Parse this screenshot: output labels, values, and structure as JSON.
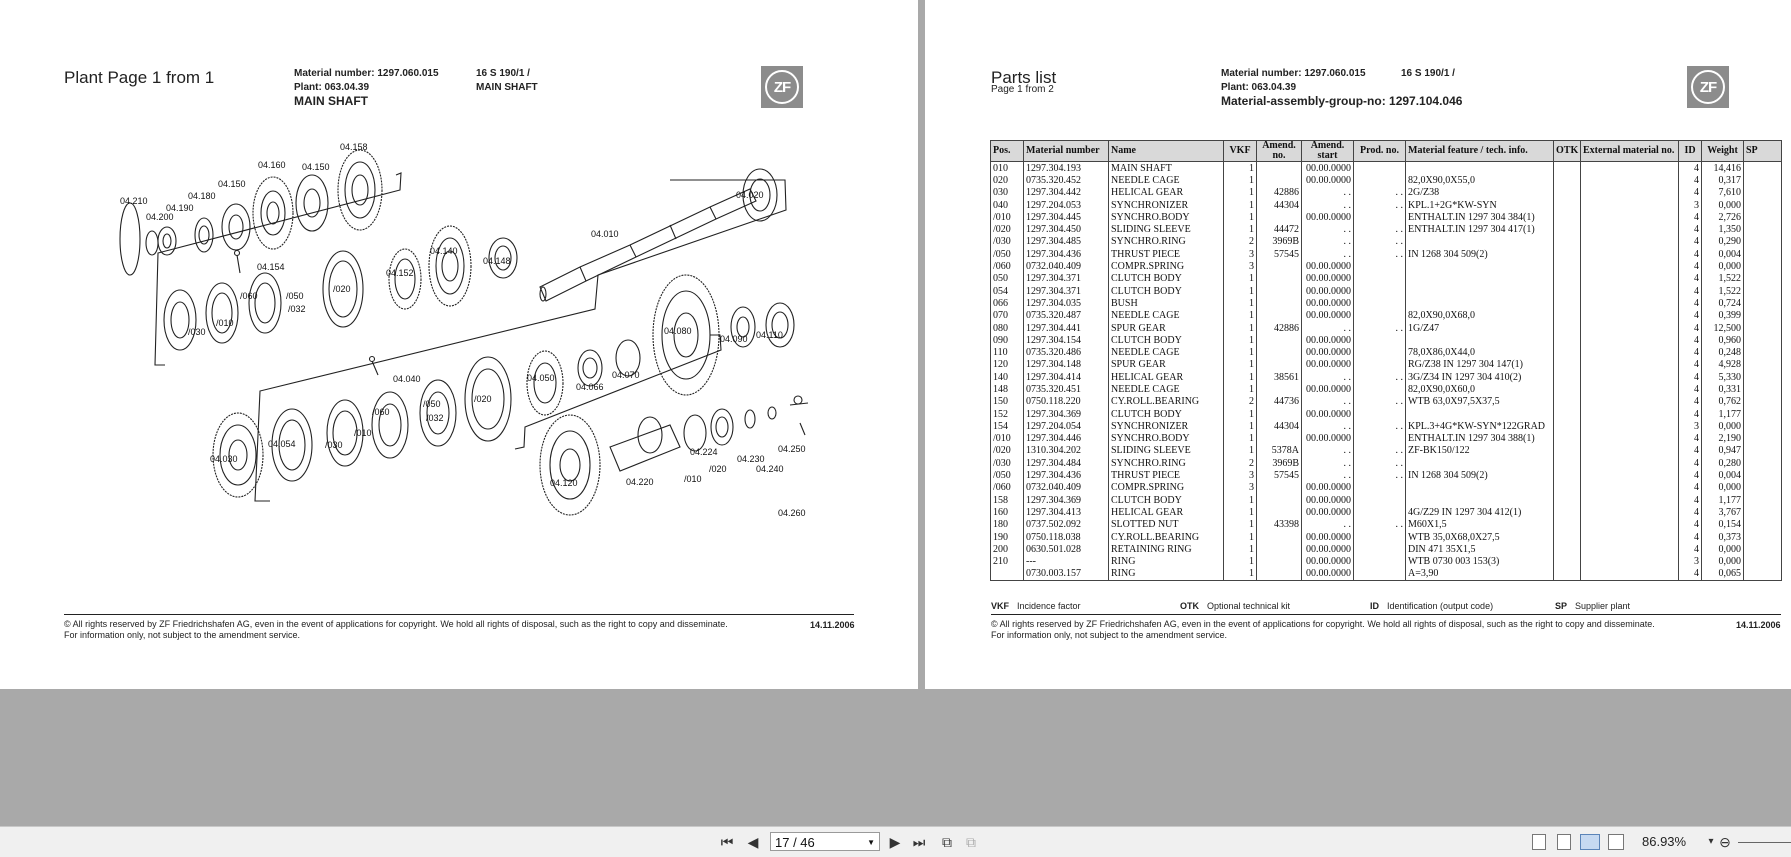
{
  "left_page": {
    "title": "Plant Page 1 from 1",
    "material_number": "Material number: 1297.060.015",
    "model": "16 S 190/1 /",
    "plant": "Plant: 063.04.39",
    "model_sub": "MAIN SHAFT",
    "group_title": "MAIN SHAFT",
    "logo": "ZF",
    "footer_line1": "© All rights reserved by ZF Friedrichshafen AG, even in the event of applications for copyright. We hold all rights of disposal, such as the right to copy and disseminate.",
    "footer_line2": "For information only, not subject to the amendment service.",
    "date": "14.11.2006",
    "diagram_labels": [
      "04.158",
      "04.160",
      "04.150",
      "04.150",
      "04.180",
      "04.190",
      "04.200",
      "04.210",
      "04.020",
      "04.010",
      "04.140",
      "04.148",
      "04.152",
      "04.154",
      "/060",
      "/050",
      "/020",
      "/032",
      "/010",
      "/030",
      "04.080",
      "04.090",
      "04.110",
      "04.040",
      "04.050",
      "04.066",
      "04.070",
      "/060",
      "/050",
      "/032",
      "/020",
      "/010",
      "/030",
      "04.054",
      "04.030",
      "04.224",
      "04.230",
      "04.250",
      "04.240",
      "/020",
      "/010",
      "04.220",
      "04.120",
      "04.260"
    ]
  },
  "right_page": {
    "title": "Parts list",
    "subtitle": "Page 1 from 2",
    "material_number": "Material number: 1297.060.015",
    "model": "16 S 190/1 /",
    "plant": "Plant: 063.04.39",
    "assembly_group": "Material-assembly-group-no: 1297.104.046",
    "logo": "ZF",
    "columns": [
      "Pos.",
      "Material number",
      "Name",
      "VKF",
      "Amend. no.",
      "Amend. start",
      "Prod. no.",
      "Material feature / tech. info.",
      "OTK",
      "External material no.",
      "ID",
      "Weight",
      "SP"
    ],
    "rows": [
      [
        "010",
        "1297.304.193",
        "MAIN SHAFT",
        "1",
        "",
        "00.00.0000",
        "",
        "",
        "",
        "",
        "4",
        "14,416",
        ""
      ],
      [
        "020",
        "0735.320.452",
        "NEEDLE CAGE",
        "1",
        "",
        "00.00.0000",
        "",
        "82,0X90,0X55,0",
        "",
        "",
        "4",
        "0,317",
        ""
      ],
      [
        "030",
        "1297.304.442",
        "HELICAL GEAR",
        "1",
        "42886",
        ". .",
        ". .",
        "2G/Z38",
        "",
        "",
        "4",
        "7,610",
        ""
      ],
      [
        "040",
        "1297.204.053",
        "SYNCHRONIZER",
        "1",
        "44304",
        ". .",
        ". .",
        "KPL.1+2G*KW-SYN",
        "",
        "",
        "3",
        "0,000",
        ""
      ],
      [
        "/010",
        "1297.304.445",
        "SYNCHRO.BODY",
        "1",
        "",
        "00.00.0000",
        "",
        "ENTHALT.IN 1297 304 384(1)",
        "",
        "",
        "4",
        "2,726",
        ""
      ],
      [
        "/020",
        "1297.304.450",
        "SLIDING SLEEVE",
        "1",
        "44472",
        ". .",
        ". .",
        "ENTHALT.IN 1297 304 417(1)",
        "",
        "",
        "4",
        "1,350",
        ""
      ],
      [
        "/030",
        "1297.304.485",
        "SYNCHRO.RING",
        "2",
        "3969B",
        ". .",
        ". .",
        "",
        "",
        "",
        "4",
        "0,290",
        ""
      ],
      [
        "/050",
        "1297.304.436",
        "THRUST PIECE",
        "3",
        "57545",
        ". .",
        ". .",
        "IN 1268 304 509(2)",
        "",
        "",
        "4",
        "0,004",
        ""
      ],
      [
        "/060",
        "0732.040.409",
        "COMPR.SPRING",
        "3",
        "",
        "00.00.0000",
        "",
        "",
        "",
        "",
        "4",
        "0,000",
        ""
      ],
      [
        "050",
        "1297.304.371",
        "CLUTCH BODY",
        "1",
        "",
        "00.00.0000",
        "",
        "",
        "",
        "",
        "4",
        "1,522",
        ""
      ],
      [
        "054",
        "1297.304.371",
        "CLUTCH BODY",
        "1",
        "",
        "00.00.0000",
        "",
        "",
        "",
        "",
        "4",
        "1,522",
        ""
      ],
      [
        "066",
        "1297.304.035",
        "BUSH",
        "1",
        "",
        "00.00.0000",
        "",
        "",
        "",
        "",
        "4",
        "0,724",
        ""
      ],
      [
        "070",
        "0735.320.487",
        "NEEDLE CAGE",
        "1",
        "",
        "00.00.0000",
        "",
        "82,0X90,0X68,0",
        "",
        "",
        "4",
        "0,399",
        ""
      ],
      [
        "080",
        "1297.304.441",
        "SPUR GEAR",
        "1",
        "42886",
        ". .",
        ". .",
        "1G/Z47",
        "",
        "",
        "4",
        "12,500",
        ""
      ],
      [
        "090",
        "1297.304.154",
        "CLUTCH BODY",
        "1",
        "",
        "00.00.0000",
        "",
        "",
        "",
        "",
        "4",
        "0,960",
        ""
      ],
      [
        "110",
        "0735.320.486",
        "NEEDLE CAGE",
        "1",
        "",
        "00.00.0000",
        "",
        "78,0X86,0X44,0",
        "",
        "",
        "4",
        "0,248",
        ""
      ],
      [
        "120",
        "1297.304.148",
        "SPUR GEAR",
        "1",
        "",
        "00.00.0000",
        "",
        "RG/Z38 IN 1297 304 147(1)",
        "",
        "",
        "4",
        "4,928",
        ""
      ],
      [
        "140",
        "1297.304.414",
        "HELICAL GEAR",
        "1",
        "38561",
        ". .",
        ". .",
        "3G/Z34 IN 1297 304 410(2)",
        "",
        "",
        "4",
        "5,330",
        ""
      ],
      [
        "148",
        "0735.320.451",
        "NEEDLE CAGE",
        "1",
        "",
        "00.00.0000",
        "",
        "82,0X90,0X60,0",
        "",
        "",
        "4",
        "0,331",
        ""
      ],
      [
        "150",
        "0750.118.220",
        "CY.ROLL.BEARING",
        "2",
        "44736",
        ". .",
        ". .",
        "WTB 63,0X97,5X37,5",
        "",
        "",
        "4",
        "0,762",
        ""
      ],
      [
        "152",
        "1297.304.369",
        "CLUTCH BODY",
        "1",
        "",
        "00.00.0000",
        "",
        "",
        "",
        "",
        "4",
        "1,177",
        ""
      ],
      [
        "154",
        "1297.204.054",
        "SYNCHRONIZER",
        "1",
        "44304",
        ". .",
        ". .",
        "KPL.3+4G*KW-SYN*122GRAD",
        "",
        "",
        "3",
        "0,000",
        ""
      ],
      [
        "/010",
        "1297.304.446",
        "SYNCHRO.BODY",
        "1",
        "",
        "00.00.0000",
        "",
        "ENTHALT.IN 1297 304 388(1)",
        "",
        "",
        "4",
        "2,190",
        ""
      ],
      [
        "/020",
        "1310.304.202",
        "SLIDING SLEEVE",
        "1",
        "5378A",
        ". .",
        ". .",
        "ZF-BK150/122",
        "",
        "",
        "4",
        "0,947",
        ""
      ],
      [
        "/030",
        "1297.304.484",
        "SYNCHRO.RING",
        "2",
        "3969B",
        ". .",
        ". .",
        "",
        "",
        "",
        "4",
        "0,280",
        ""
      ],
      [
        "/050",
        "1297.304.436",
        "THRUST PIECE",
        "3",
        "57545",
        ". .",
        ". .",
        "IN 1268 304 509(2)",
        "",
        "",
        "4",
        "0,004",
        ""
      ],
      [
        "/060",
        "0732.040.409",
        "COMPR.SPRING",
        "3",
        "",
        "00.00.0000",
        "",
        "",
        "",
        "",
        "4",
        "0,000",
        ""
      ],
      [
        "158",
        "1297.304.369",
        "CLUTCH BODY",
        "1",
        "",
        "00.00.0000",
        "",
        "",
        "",
        "",
        "4",
        "1,177",
        ""
      ],
      [
        "160",
        "1297.304.413",
        "HELICAL GEAR",
        "1",
        "",
        "00.00.0000",
        "",
        "4G/Z29 IN 1297 304 412(1)",
        "",
        "",
        "4",
        "3,767",
        ""
      ],
      [
        "180",
        "0737.502.092",
        "SLOTTED NUT",
        "1",
        "43398",
        ". .",
        ". .",
        "M60X1,5",
        "",
        "",
        "4",
        "0,154",
        ""
      ],
      [
        "190",
        "0750.118.038",
        "CY.ROLL.BEARING",
        "1",
        "",
        "00.00.0000",
        "",
        "WTB 35,0X68,0X27,5",
        "",
        "",
        "4",
        "0,373",
        ""
      ],
      [
        "200",
        "0630.501.028",
        "RETAINING RING",
        "1",
        "",
        "00.00.0000",
        "",
        "DIN 471 35X1,5",
        "",
        "",
        "4",
        "0,000",
        ""
      ],
      [
        "210",
        "---",
        "RING",
        "1",
        "",
        "00.00.0000",
        "",
        "WTB 0730 003 153(3)",
        "",
        "",
        "3",
        "0,000",
        ""
      ],
      [
        "",
        "0730.003.157",
        "RING",
        "1",
        "",
        "00.00.0000",
        "",
        "A=3,90",
        "",
        "",
        "4",
        "0,065",
        ""
      ]
    ],
    "legend": [
      {
        "code": "VKF",
        "text": "Incidence factor"
      },
      {
        "code": "OTK",
        "text": "Optional technical kit"
      },
      {
        "code": "ID",
        "text": "Identification (output code)"
      },
      {
        "code": "SP",
        "text": "Supplier plant"
      }
    ],
    "footer_line1": "© All rights reserved by ZF Friedrichshafen AG, even in the event of applications for copyright. We hold all rights of disposal, such as the right to copy and disseminate.",
    "footer_line2": "For information only, not subject to the amendment service.",
    "date": "14.11.2006"
  },
  "toolbar": {
    "page_indicator": "17 / 46",
    "zoom": "86.93%",
    "icons": [
      "first-page-icon",
      "prev-page-icon",
      "next-page-icon",
      "last-page-icon",
      "fit-width-icon",
      "fit-page-icon",
      "single-page-icon",
      "continuous-icon",
      "two-page-icon",
      "two-page-continuous-icon",
      "zoom-out-icon"
    ]
  }
}
